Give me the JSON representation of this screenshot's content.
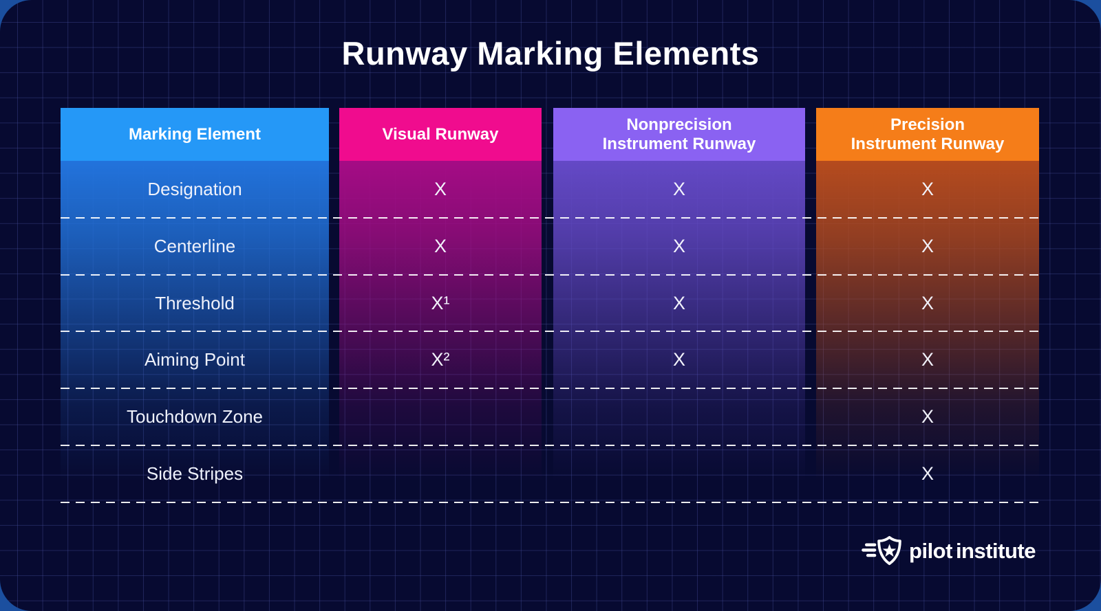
{
  "chart_data": {
    "type": "table",
    "title": "Runway Marking Elements",
    "columns": [
      {
        "label": "Marking Element",
        "header_color": "#2598f7",
        "body_color": "#2273dc"
      },
      {
        "label": "Visual Runway",
        "header_color": "#f00c8e",
        "body_color": "#a50c85"
      },
      {
        "label": "Nonprecision\nInstrument Runway",
        "header_color": "#8a62f2",
        "body_color": "#6449c6"
      },
      {
        "label": "Precision\nInstrument Runway",
        "header_color": "#f57d19",
        "body_color": "#b54b1e"
      }
    ],
    "rows": [
      {
        "label": "Designation",
        "marks": [
          "X",
          "X",
          "X"
        ]
      },
      {
        "label": "Centerline",
        "marks": [
          "X",
          "X",
          "X"
        ]
      },
      {
        "label": "Threshold",
        "marks": [
          "X¹",
          "X",
          "X"
        ]
      },
      {
        "label": "Aiming Point",
        "marks": [
          "X²",
          "X",
          "X"
        ]
      },
      {
        "label": "Touchdown Zone",
        "marks": [
          "",
          "",
          "X"
        ]
      },
      {
        "label": "Side Stripes",
        "marks": [
          "",
          "",
          "X"
        ]
      }
    ]
  },
  "logo": {
    "text_primary": "pilot",
    "text_secondary": "institute"
  },
  "colors": {
    "frame_background": "#1b4f9f",
    "panel_background": "#070a31",
    "grid_line": "#2c3170",
    "title_text": "#ffffff",
    "row_divider": "#ffffff",
    "cell_text": "#eef1fb"
  }
}
